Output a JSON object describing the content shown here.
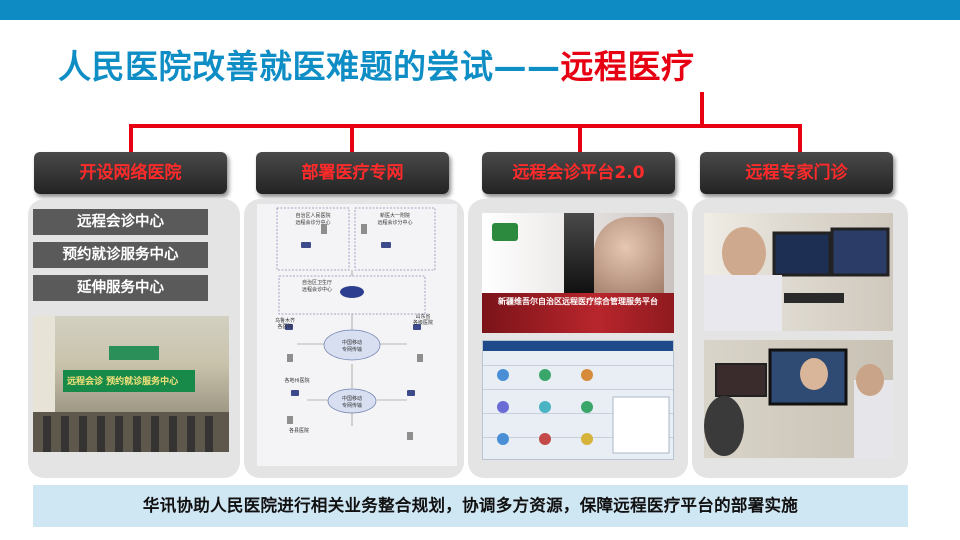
{
  "slide": {
    "title_main": "人民医院改善就医难题的尝试——",
    "title_highlight": "远程医疗",
    "colors": {
      "top_bar": "#0d8bc2",
      "title_blue": "#0f8ec6",
      "title_red": "#e60012",
      "tab_text": "#ff2a2a",
      "connector": "#e60012",
      "footer_bg": "#cfe6f3"
    }
  },
  "tabs": [
    {
      "label": "开设网络医院"
    },
    {
      "label": "部署医疗专网"
    },
    {
      "label": "远程会诊平台2.0"
    },
    {
      "label": "远程专家门诊"
    }
  ],
  "network_hospital": {
    "centers": [
      {
        "label": "远程会诊中心"
      },
      {
        "label": "预约就诊服务中心"
      },
      {
        "label": "延伸服务中心"
      }
    ],
    "lobby_banner": "远程会诊  预约就诊服务中心"
  },
  "network_diagram": {
    "nodes": [
      {
        "label": "自治区人民医院"
      },
      {
        "label": "远程会诊分中心"
      },
      {
        "label": "新医大一附院"
      },
      {
        "label": "远程会诊分中心"
      },
      {
        "label": "自治区卫生厅"
      },
      {
        "label": "远程会诊中心"
      },
      {
        "label": "乌鲁木齐"
      },
      {
        "label": "各医院"
      },
      {
        "label": "中国移动"
      },
      {
        "label": "专网传输"
      },
      {
        "label": "山东省"
      },
      {
        "label": "各级医院"
      },
      {
        "label": "各地州医院"
      },
      {
        "label": "中国移动"
      },
      {
        "label": "专网传输"
      },
      {
        "label": "各县医院"
      }
    ]
  },
  "platform": {
    "caption": "新疆维吾尔自治区远程医疗综合管理服务平台"
  },
  "footer": {
    "text": "华讯协助人民医院进行相关业务整合规划，协调多方资源，保障远程医疗平台的部署实施"
  }
}
